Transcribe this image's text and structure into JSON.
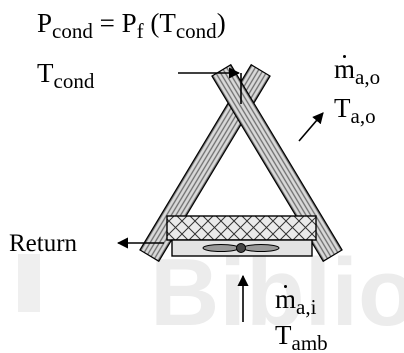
{
  "labels": {
    "p_cond": "P",
    "p_cond_sub": "cond",
    "equals": " = ",
    "p_f": "P",
    "p_f_sub": "f",
    "paren_open": " (T",
    "t_cond_inner_sub": "cond",
    "paren_close": ")",
    "t_cond": "T",
    "t_cond_sub": "cond",
    "m_out": "m",
    "m_out_sub": "a,o",
    "t_out": "T",
    "t_out_sub": "a,o",
    "return": "Return",
    "m_in": "m",
    "m_in_sub": "a,i",
    "t_amb": "T",
    "t_amb_sub": "amb"
  },
  "watermark": "Biblio",
  "colors": {
    "line": "#000000",
    "coil_fill": "#d9d9d9",
    "coil_fin": "#7a7a7a",
    "box_fill": "#e3e3e3",
    "watermark": "#ececec"
  }
}
